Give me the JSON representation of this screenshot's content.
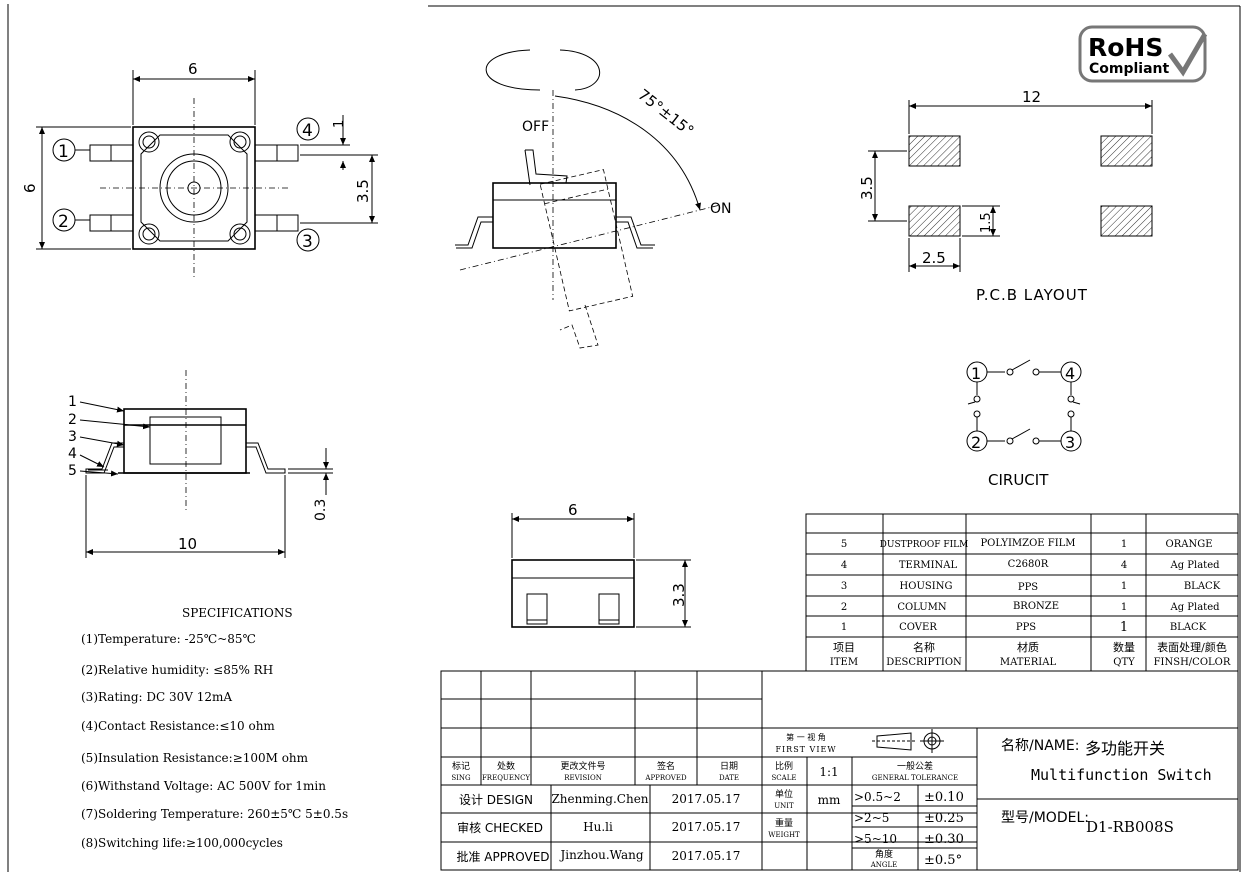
{
  "badge": {
    "line1": "RoHS",
    "line2": "Compliant"
  },
  "top_view": {
    "dim_width": "6",
    "dim_height": "6",
    "dim_pitch": "3.5",
    "dim_lead": "1",
    "pin1": "1",
    "pin2": "2",
    "pin3": "3",
    "pin4": "4"
  },
  "rotation_view": {
    "off": "OFF",
    "on": "ON",
    "angle": "75°±15°"
  },
  "pcb": {
    "dim_span": "12",
    "dim_pitch": "3.5",
    "dim_pad_h": "1.5",
    "dim_pad_w": "2.5",
    "caption": "P.C.B LAYOUT"
  },
  "circuit": {
    "caption": "CIRUCIT",
    "pin1": "1",
    "pin2": "2",
    "pin3": "3",
    "pin4": "4"
  },
  "side_view": {
    "callouts": [
      "1",
      "2",
      "3",
      "4",
      "5"
    ],
    "dim_length": "10",
    "dim_thickness": "0.3"
  },
  "front_view": {
    "dim_width": "6",
    "dim_height": "3.3"
  },
  "specs": {
    "title": "SPECIFICATIONS",
    "items": [
      "(1)Temperature:  -25℃~85℃",
      "(2)Relative humidity:  ≤85% RH",
      "(3)Rating: DC  30V 12mA",
      "(4)Contact Resistance:≤10 ohm",
      "(5)Insulation Resistance:≥100M ohm",
      "(6)Withstand Voltage: AC 500V for 1min",
      "(7)Soldering Temperature: 260±5℃ 5±0.5s",
      "(8)Switching life:≥100,000cycles"
    ]
  },
  "bom": {
    "rows": [
      [
        "5",
        "DUSTPROOF FILM",
        "POLYIMZOE FILM",
        "1",
        "ORANGE"
      ],
      [
        "4",
        "TERMINAL",
        "C2680R",
        "4",
        "Ag Plated"
      ],
      [
        "3",
        "HOUSING",
        "PPS",
        "1",
        "BLACK"
      ],
      [
        "2",
        "COLUMN",
        "BRONZE",
        "1",
        "Ag Plated"
      ],
      [
        "1",
        "COVER",
        "PPS",
        "1",
        "BLACK"
      ]
    ],
    "header_cn": [
      "项目",
      "名称",
      "材质",
      "数量",
      "表面处理/颜色"
    ],
    "header_en": [
      "ITEM",
      "DESCRIPTION",
      "MATERIAL",
      "QTY",
      "FINSH/COLOR"
    ]
  },
  "title_block": {
    "rev_headers": [
      {
        "cn": "标记",
        "en": "SING"
      },
      {
        "cn": "处数",
        "en": "FREQUENCY"
      },
      {
        "cn": "更改文件号",
        "en": "REVISION"
      },
      {
        "cn": "签名",
        "en": "APPROVED"
      },
      {
        "cn": "日期",
        "en": "DATE"
      }
    ],
    "first_view_cn": "第 一 视 角",
    "first_view_en": "FIRST VIEW",
    "scale_cn": "比例",
    "scale_en": "SCALE",
    "scale_value": "1:1",
    "tol_cn": "一般公差",
    "tol_en": "GENERAL TOLERANCE",
    "unit_cn": "单位",
    "unit_en": "UNIT",
    "unit_value": "mm",
    "weight_cn": "重量",
    "weight_en": "WEIGHT",
    "angle_cn": "角度",
    "angle_en": "ANGLE",
    "tolerances": [
      {
        "range": ">0.5~2",
        "value": "±0.10"
      },
      {
        "range": ">2~5",
        "value": "±0.25"
      },
      {
        "range": ">5~10",
        "value": "±0.30"
      },
      {
        "range": "",
        "value": "±0.5°"
      }
    ],
    "people": [
      {
        "role": "设计 DESIGN",
        "name": "Zhenming.Chen",
        "date": "2017.05.17"
      },
      {
        "role": "审核 CHECKED",
        "name": "Hu.li",
        "date": "2017.05.17"
      },
      {
        "role": "批准 APPROVED",
        "name": "Jinzhou.Wang",
        "date": "2017.05.17"
      }
    ],
    "name_label": "名称/NAME:",
    "name_cn": "多功能开关",
    "name_en": "Multifunction Switch",
    "model_label": "型号/MODEL:",
    "model_value": "D1-RB008S"
  }
}
